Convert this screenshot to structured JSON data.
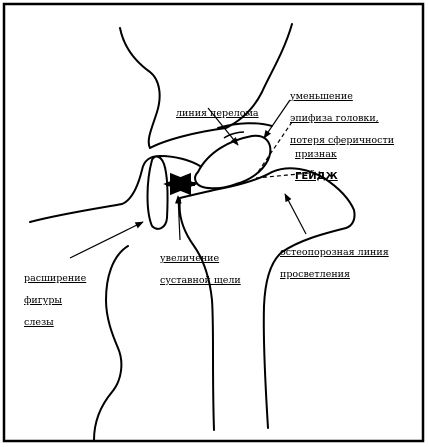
{
  "labels": {
    "fracture_line": [
      "линия перелома"
    ],
    "epiphysis_reduction": [
      "уменьшение",
      "эпифиза головки,",
      "потеря сферичности"
    ],
    "gage_sign": [
      "признак",
      "ГЕЙДЖ"
    ],
    "osteoporotic_line": [
      "остеопорозная линия",
      "просветления"
    ],
    "joint_space": [
      "увеличение",
      "суставной щели"
    ],
    "teardrop": [
      "расширение",
      "фигуры",
      "слезы"
    ]
  },
  "colors": {
    "ink": "#000000",
    "background": "#ffffff"
  }
}
